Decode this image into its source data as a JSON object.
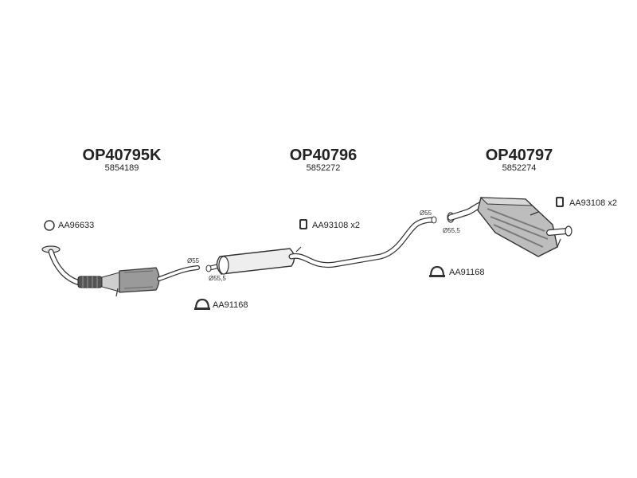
{
  "diagram": {
    "assemblies": [
      {
        "code": "OP40795K",
        "oem": "5854189"
      },
      {
        "code": "OP40796",
        "oem": "5852272"
      },
      {
        "code": "OP40797",
        "oem": "5852274"
      }
    ],
    "parts": {
      "gasket_ring": "AA96633",
      "clamp_1": "AA93108 x2",
      "clamp_2": "AA93108 x2",
      "u_bolt_1": "AA91168",
      "u_bolt_2": "AA91168"
    },
    "diameters": {
      "d1": "Ø55",
      "d2": "Ø55,5",
      "d3": "Ø55",
      "d4": "Ø55,5"
    }
  }
}
